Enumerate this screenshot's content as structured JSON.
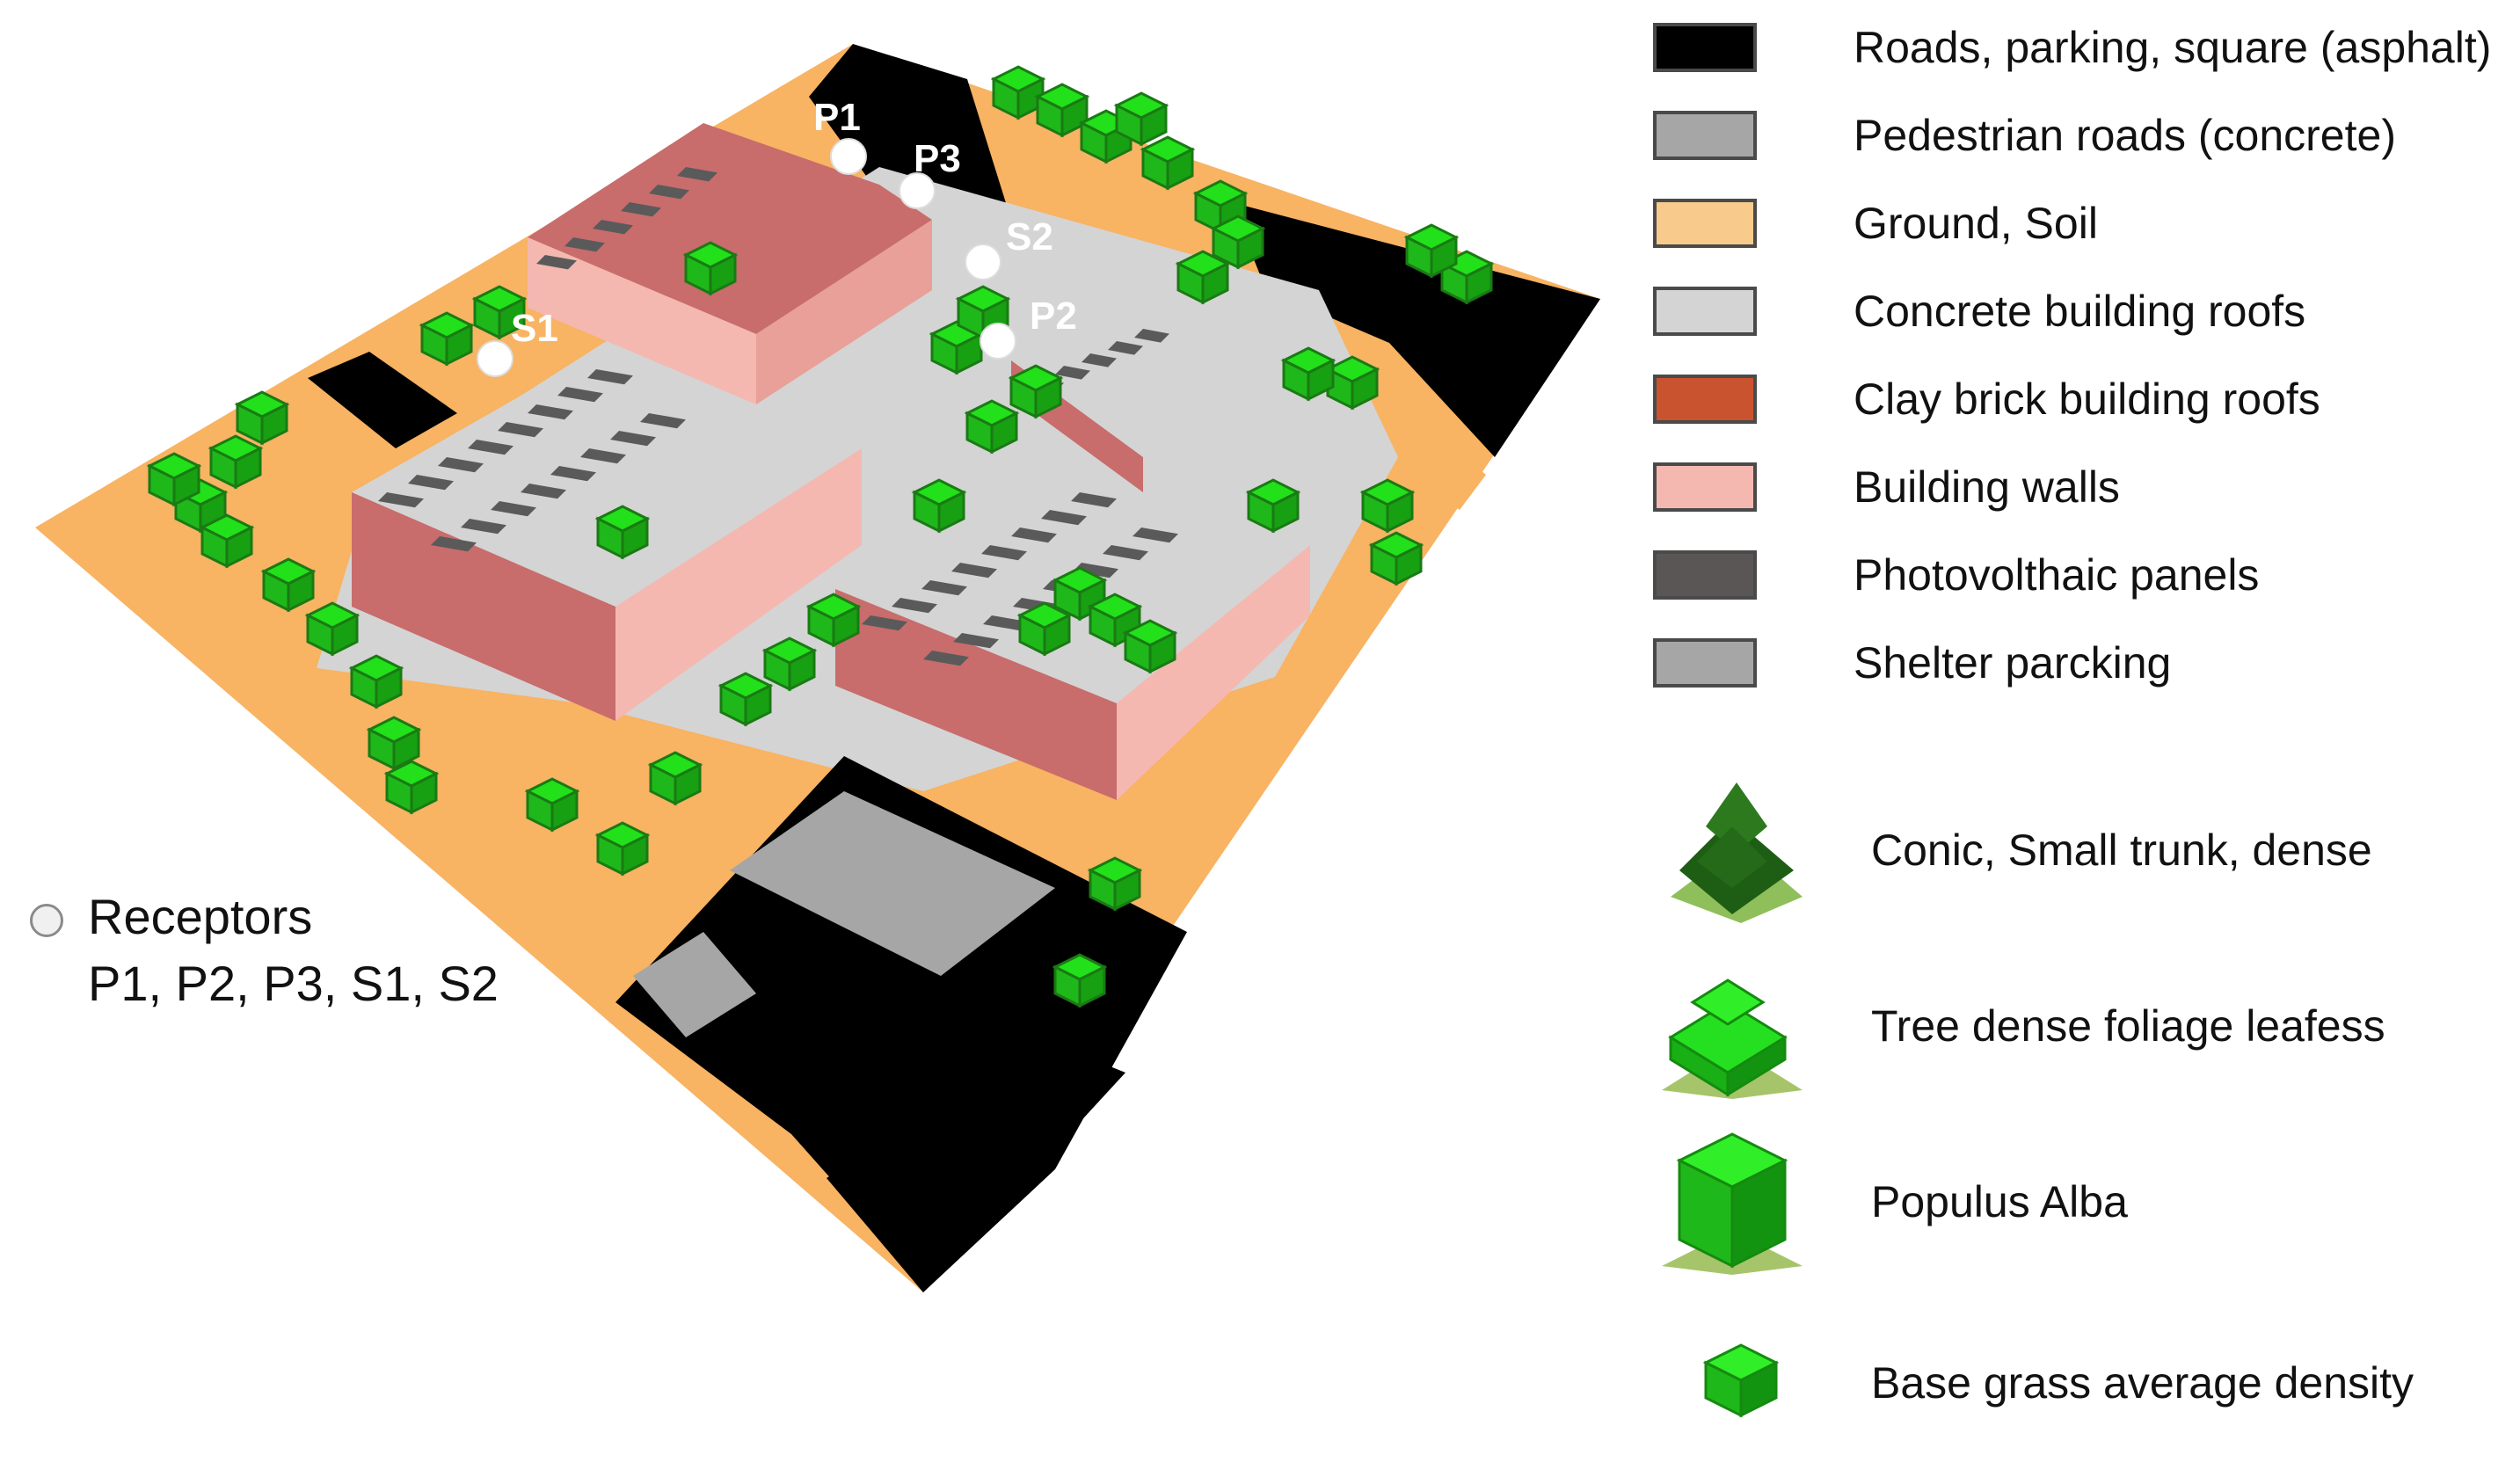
{
  "receptors": {
    "title": "Receptors",
    "list": "P1, P2, P3, S1, S2",
    "points": [
      {
        "id": "P1",
        "label": "P1"
      },
      {
        "id": "P2",
        "label": "P2"
      },
      {
        "id": "P3",
        "label": "P3"
      },
      {
        "id": "S1",
        "label": "S1"
      },
      {
        "id": "S2",
        "label": "S2"
      }
    ]
  },
  "legend": {
    "materials": [
      {
        "label": "Roads, parking, square (asphalt)",
        "color": "#000000"
      },
      {
        "label": "Pedestrian roads (concrete)",
        "color": "#a6a6a6"
      },
      {
        "label": "Ground, Soil",
        "color": "#f8cb8c"
      },
      {
        "label": "Concrete building roofs",
        "color": "#d4d4d4"
      },
      {
        "label": "Clay brick building roofs",
        "color": "#c9532e"
      },
      {
        "label": "Building walls",
        "color": "#f4b8b0"
      },
      {
        "label": "Photovolthaic panels",
        "color": "#5a5656"
      },
      {
        "label": "Shelter parcking",
        "color": "#a6a6a6"
      }
    ],
    "vegetation": [
      {
        "label": "Conic, Small trunk, dense",
        "icon": "conic-tree-icon"
      },
      {
        "label": "Tree dense foliage leafess",
        "icon": "dense-foliage-tree-icon"
      },
      {
        "label": "Populus Alba",
        "icon": "populus-alba-icon"
      },
      {
        "label": "Base grass average density",
        "icon": "grass-icon"
      }
    ]
  },
  "colors": {
    "asphalt": "#000000",
    "soil": "#f8b363",
    "concrete": "#d4d4d4",
    "wall": "#f4b8b0",
    "brick_roof": "#c86c6c",
    "pv": "#5a5a5a",
    "window": "#a8d8e8",
    "tree": "#22e01a",
    "tree_dark": "#1a7a14"
  }
}
